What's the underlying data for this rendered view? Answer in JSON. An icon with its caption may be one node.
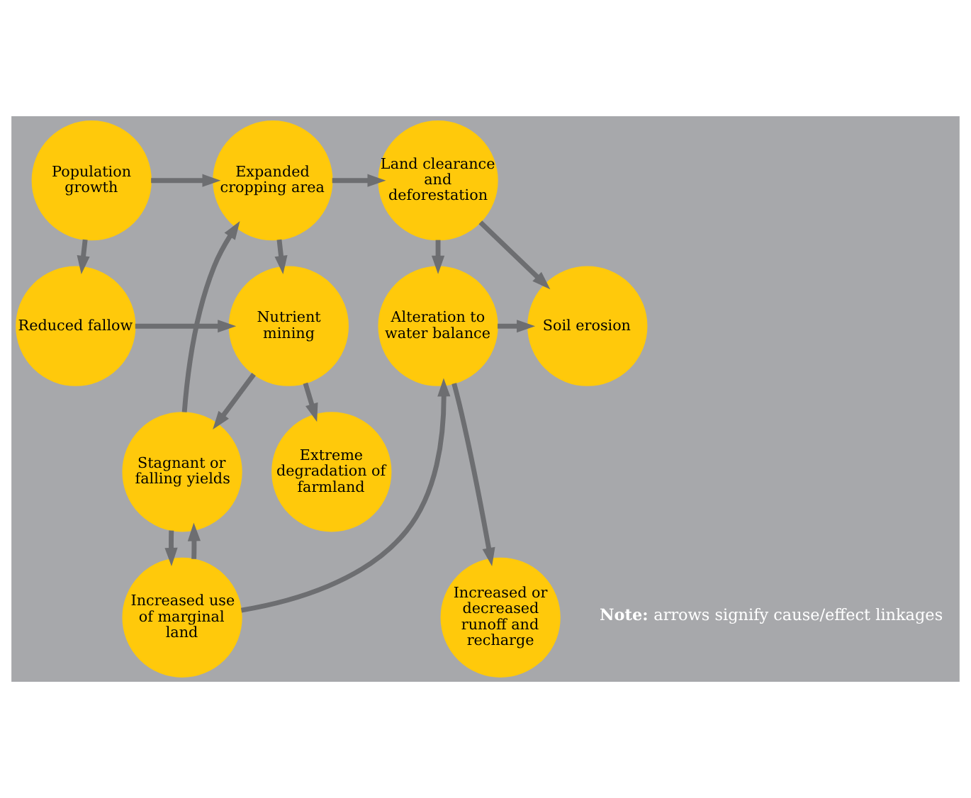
{
  "diagram": {
    "nodes": [
      {
        "text": [
          "Population growth"
        ]
      },
      {
        "text": [
          "Expanded cropping area"
        ]
      },
      {
        "text": [
          "Land clearance and deforestation"
        ]
      },
      {
        "text": [
          "Reduced fallow"
        ]
      },
      {
        "text": [
          "Nutrient mining"
        ]
      },
      {
        "text": [
          "Alteration to water balance"
        ]
      },
      {
        "text": [
          "Soil erosion"
        ]
      },
      {
        "text": [
          "Extreme degradation of farmland"
        ]
      },
      {
        "text": [
          "Stagnant or falling yields"
        ]
      },
      {
        "text": [
          "Increased use of marginal land"
        ]
      },
      {
        "text": [
          "Increased or decreased runoff and recharge"
        ]
      }
    ],
    "edges": [
      {
        "from": 0,
        "to": 1,
        "arrow": "to"
      },
      {
        "from": 1,
        "to": 2,
        "arrow": "to"
      },
      {
        "from": 0,
        "to": 3,
        "arrow": "to"
      },
      {
        "from": 1,
        "to": 4,
        "arrow": "to"
      },
      {
        "from": 2,
        "to": 5,
        "arrow": "to"
      },
      {
        "from": 2,
        "to": 6,
        "arrow": "to"
      },
      {
        "from": 3,
        "to": 4,
        "arrow": "to"
      },
      {
        "from": 5,
        "to": 6,
        "arrow": "to"
      },
      {
        "from": 4,
        "to": 7,
        "arrow": "to"
      },
      {
        "from": 4,
        "to": 8,
        "arrow": "to"
      },
      {
        "from": 8,
        "to": 1,
        "arrow": "to"
      },
      {
        "from": 8,
        "to": 9,
        "arrow": "to"
      },
      {
        "from": 9,
        "to": 8,
        "arrow": "to"
      },
      {
        "from": 9,
        "to": 5,
        "arrow": "to"
      },
      {
        "from": 5,
        "to": 10,
        "arrow": "to"
      }
    ],
    "labels": [
      "**Note:** arrows signify cause/effect linkages"
    ]
  }
}
